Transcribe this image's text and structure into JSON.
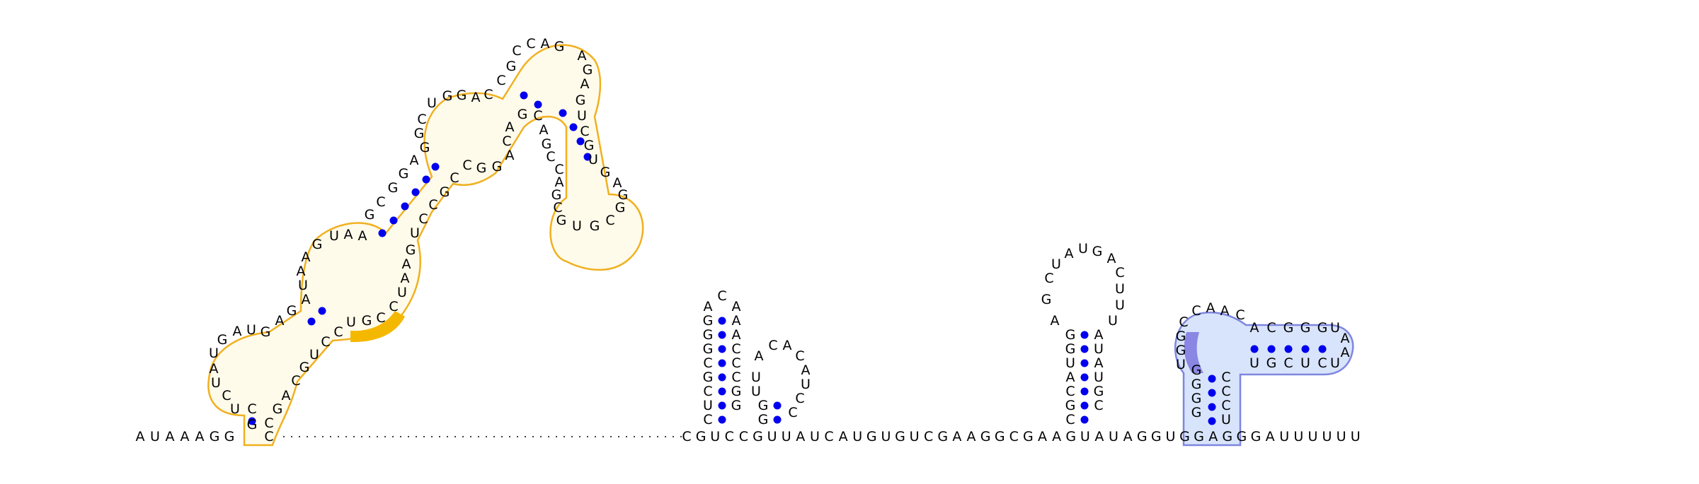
{
  "image": {
    "kind": "RNA secondary structure diagram",
    "colors": {
      "background": "#ffffff",
      "base_pair_dot": "#0000ee",
      "backbone_line": "#000000",
      "domain_orange_outline": "#f0b020",
      "domain_orange_fill": "#fffbea",
      "domain_orange_highlight": "#f5b800",
      "domain_blue_outline": "#7e86e0",
      "domain_blue_fill": "#d8e4fb",
      "domain_blue_highlight": "#8a86e4"
    }
  },
  "strand": {
    "five_prime": "AUAAAGG",
    "hairpin_left_tail": "G",
    "structured_middle": "CGUCCGUUAUCAUGUGUCGAAGG",
    "pseudoknot_region": "CGAAGUA",
    "three_prime": "UAGGUGGAGGGAUUUUUU",
    "full_sequence_note": "5' to 3' as drawn along baseline"
  },
  "domains": [
    {
      "name": "large-multiloop-domain",
      "color": "orange"
    },
    {
      "name": "pseudoknot-domain",
      "color": "blue"
    }
  ]
}
